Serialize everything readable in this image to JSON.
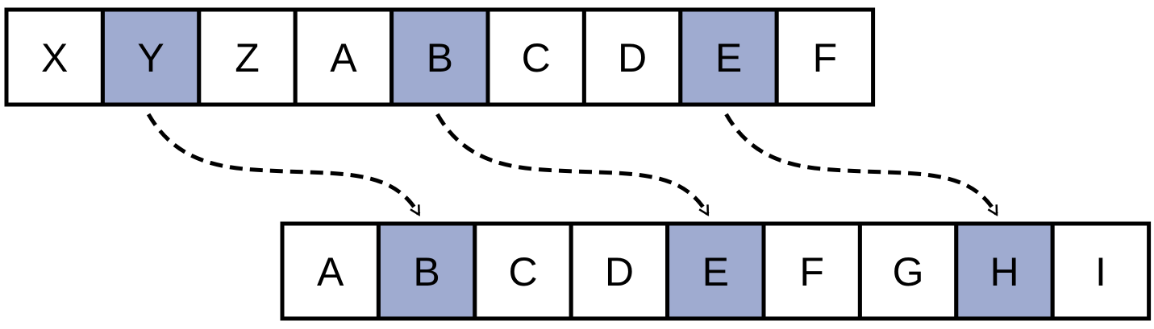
{
  "colors": {
    "highlight_fill": "#9fabd0",
    "plain_fill": "#ffffff",
    "stroke": "#000000"
  },
  "top_row": {
    "cells": [
      {
        "label": "X",
        "highlighted": false
      },
      {
        "label": "Y",
        "highlighted": true
      },
      {
        "label": "Z",
        "highlighted": false
      },
      {
        "label": "A",
        "highlighted": false
      },
      {
        "label": "B",
        "highlighted": true
      },
      {
        "label": "C",
        "highlighted": false
      },
      {
        "label": "D",
        "highlighted": false
      },
      {
        "label": "E",
        "highlighted": true
      },
      {
        "label": "F",
        "highlighted": false
      }
    ]
  },
  "bottom_row": {
    "cells": [
      {
        "label": "A",
        "highlighted": false
      },
      {
        "label": "B",
        "highlighted": true
      },
      {
        "label": "C",
        "highlighted": false
      },
      {
        "label": "D",
        "highlighted": false
      },
      {
        "label": "E",
        "highlighted": true
      },
      {
        "label": "F",
        "highlighted": false
      },
      {
        "label": "G",
        "highlighted": false
      },
      {
        "label": "H",
        "highlighted": true
      },
      {
        "label": "I",
        "highlighted": false
      }
    ]
  },
  "arrows": [
    {
      "from_index": 1,
      "to_index": 1
    },
    {
      "from_index": 4,
      "to_index": 4
    },
    {
      "from_index": 7,
      "to_index": 7
    }
  ]
}
